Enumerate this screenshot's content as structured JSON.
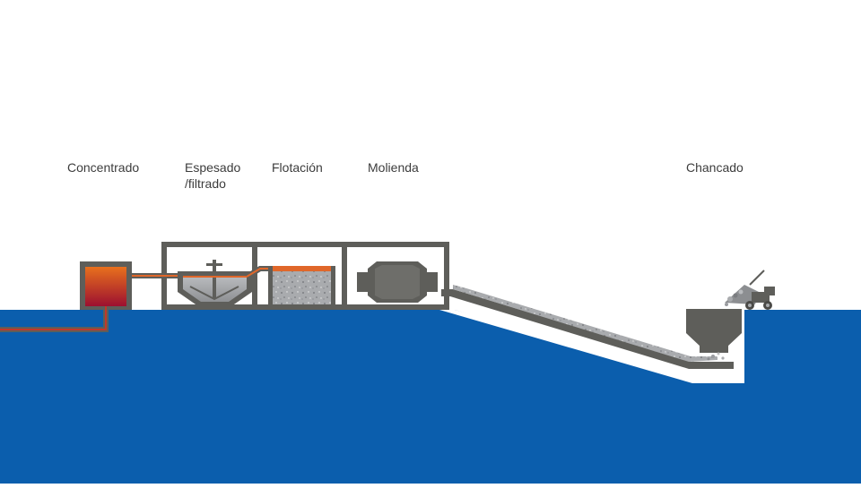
{
  "stages": {
    "concentrado": "Concentrado",
    "espesado_line1": "Espesado",
    "espesado_line2": "/filtrado",
    "flotacion": "Flotación",
    "molienda": "Molienda",
    "chancado": "Chancado"
  },
  "colors": {
    "background": "#ffffff",
    "ground": "#0b5ead",
    "structure": "#5e5e5a",
    "vessel_fill": "#a7a9ac",
    "froth": "#e0672a",
    "concentrate_top": "#e8701d",
    "concentrate_bottom": "#9c1030",
    "pipe": "#c0392b",
    "label_text": "#3c3c3c"
  }
}
